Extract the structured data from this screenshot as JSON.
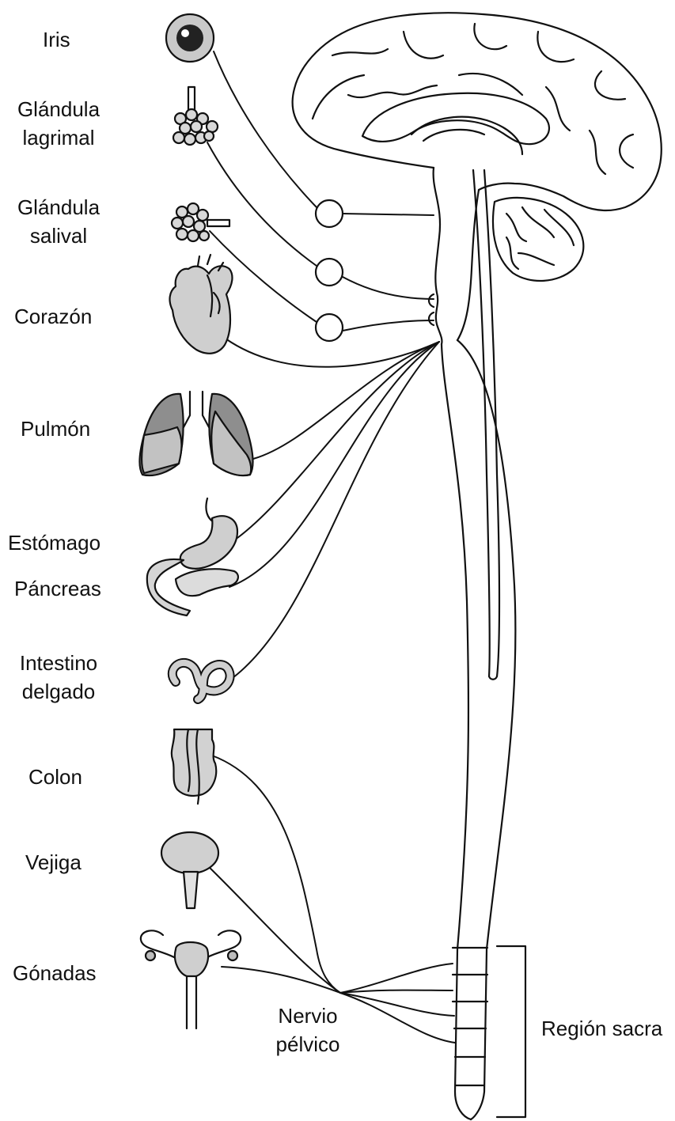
{
  "labels": {
    "iris": "Iris",
    "lacrimal_1": "Glándula",
    "lacrimal_2": "lagrimal",
    "salivary_1": "Glándula",
    "salivary_2": "salival",
    "heart": "Corazón",
    "lung": "Pulmón",
    "stomach": "Estómago",
    "pancreas": "Páncreas",
    "intestine_1": "Intestino",
    "intestine_2": "delgado",
    "colon": "Colon",
    "bladder": "Vejiga",
    "gonads": "Gónadas",
    "pelvic_1": "Nervio",
    "pelvic_2": "pélvico",
    "sacral": "Región sacra"
  },
  "colors": {
    "ink": "#111111",
    "organ_light": "#c9c9c9",
    "organ_mid": "#a9a9a9",
    "organ_dark": "#6f6f6f",
    "background": "#ffffff"
  }
}
